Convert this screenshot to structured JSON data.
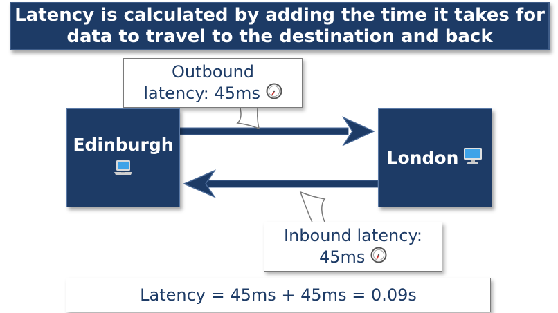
{
  "title": {
    "line1": "Latency is calculated by adding the time it takes for",
    "line2": "data to travel to the destination and back"
  },
  "outbound": {
    "line1": "Outbound",
    "line2": "latency: 45ms",
    "icon": "stopwatch-icon"
  },
  "inbound": {
    "line1": "Inbound latency:",
    "line2": "45ms",
    "icon": "stopwatch-icon"
  },
  "source": {
    "label": "Edinburgh",
    "icon": "laptop-icon"
  },
  "destination": {
    "label": "London",
    "icon": "desktop-computer-icon"
  },
  "formula": "Latency = 45ms + 45ms = 0.09s",
  "colors": {
    "navy": "#1d3b66",
    "white": "#ffffff",
    "border": "#7a7a7a"
  }
}
